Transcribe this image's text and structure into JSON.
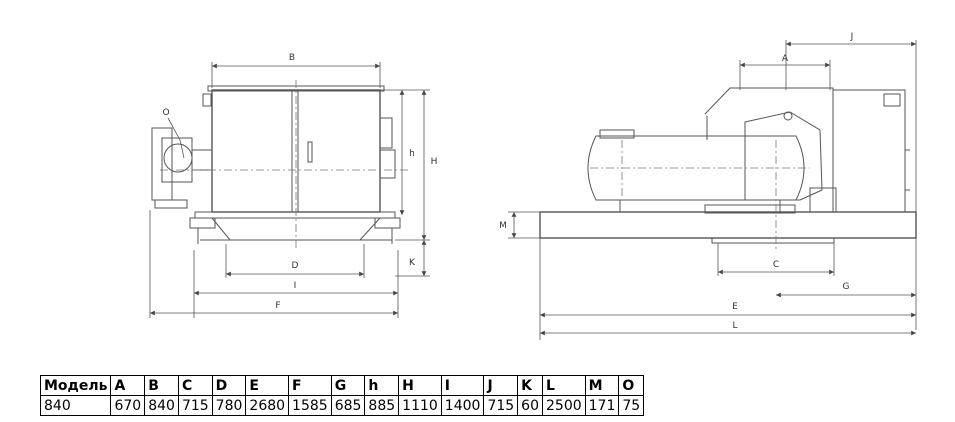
{
  "drawing": {
    "labels": {
      "front_B": "B",
      "front_O": "O",
      "front_h": "h",
      "front_H": "H",
      "front_D": "D",
      "front_K": "K",
      "front_I": "I",
      "front_F": "F",
      "side_J": "J",
      "side_A": "A",
      "side_M": "M",
      "side_C": "C",
      "side_G": "G",
      "side_E": "E",
      "side_L": "L"
    }
  },
  "table": {
    "headers": [
      "Модель",
      "A",
      "B",
      "C",
      "D",
      "E",
      "F",
      "G",
      "h",
      "H",
      "I",
      "J",
      "K",
      "L",
      "M",
      "O"
    ],
    "rows": [
      [
        "840",
        "670",
        "840",
        "715",
        "780",
        "2680",
        "1585",
        "685",
        "885",
        "1110",
        "1400",
        "715",
        "60",
        "2500",
        "171",
        "75"
      ]
    ]
  }
}
